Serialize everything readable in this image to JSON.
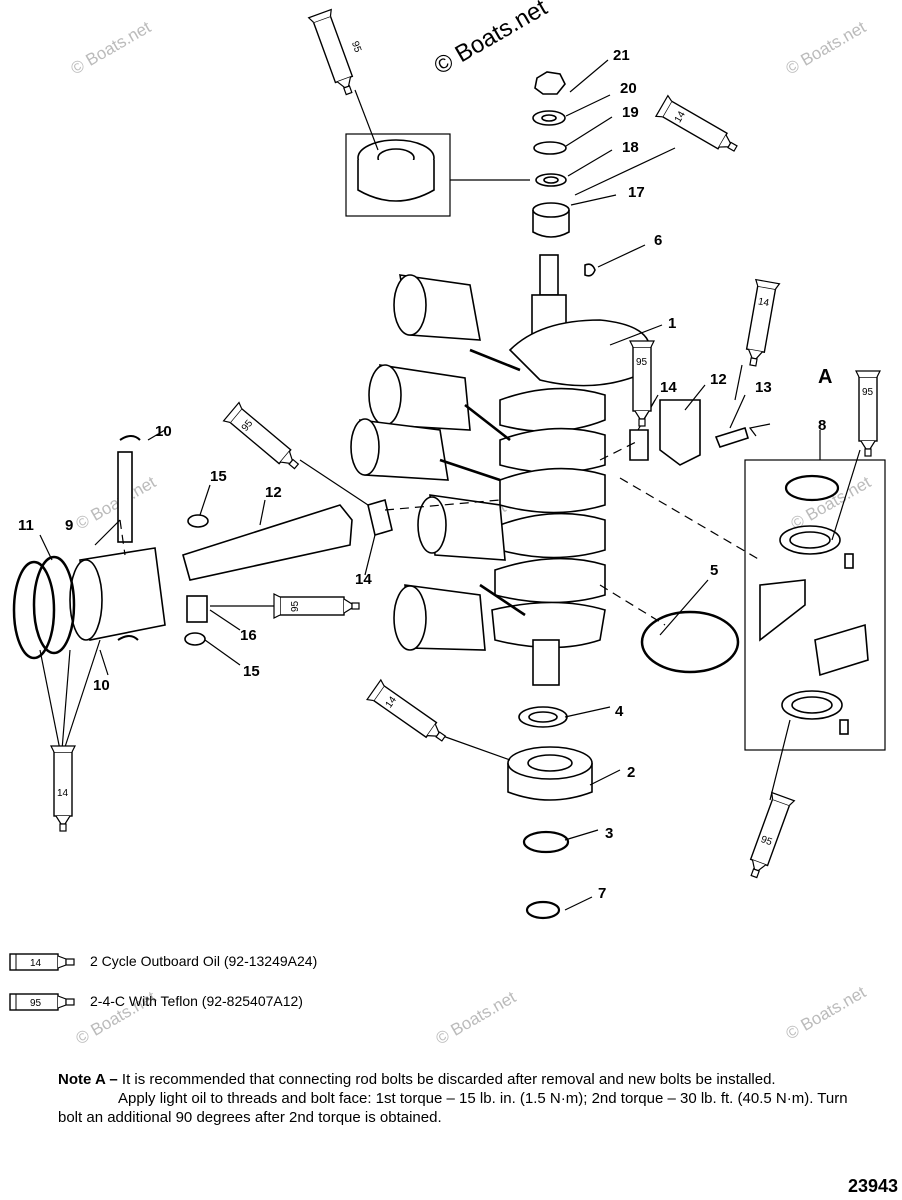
{
  "watermark": "© Boats.net",
  "callouts": [
    "1",
    "2",
    "3",
    "4",
    "5",
    "6",
    "7",
    "8",
    "9",
    "10",
    "10",
    "11",
    "12",
    "12",
    "13",
    "14",
    "14",
    "15",
    "15",
    "16",
    "17",
    "18",
    "19",
    "20",
    "21",
    "A"
  ],
  "tube_codes": [
    "95",
    "14"
  ],
  "legend": [
    {
      "code": "14",
      "text": "2 Cycle Outboard Oil (92-13249A24)"
    },
    {
      "code": "95",
      "text": "2-4-C  With Teflon (92-825407A12)"
    }
  ],
  "note": {
    "label": "Note A –",
    "line1": " It is recommended that connecting rod bolts be discarded after removal and new bolts be installed.",
    "line2": "Apply light oil to threads and bolt face: 1st torque – 15 lb. in. (1.5 N·m); 2nd torque – 30 lb. ft. (40.5      N·m). Turn bolt an additional 90 degrees after 2nd torque is obtained."
  },
  "figure_number": "23943"
}
